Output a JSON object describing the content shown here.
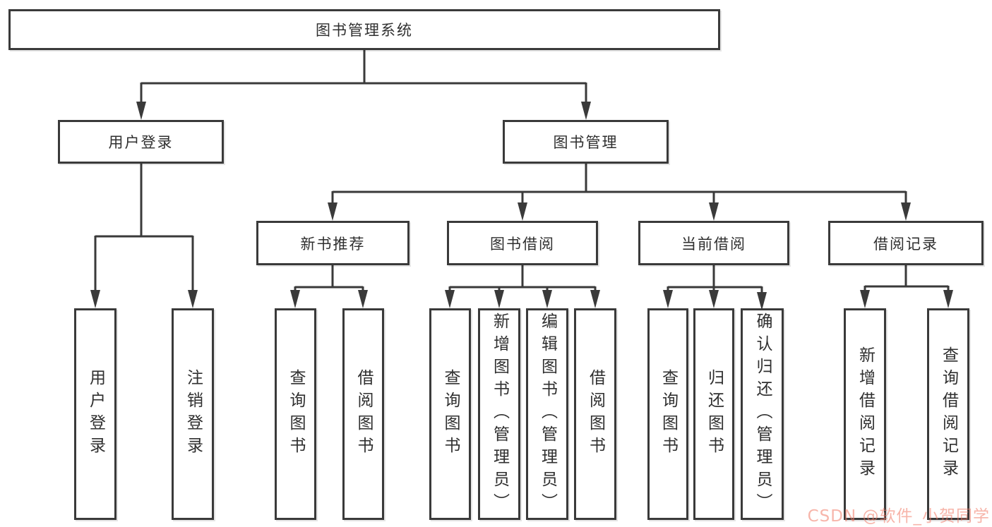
{
  "tree": {
    "root": "图书管理系统",
    "children": [
      {
        "label": "用户登录",
        "children": [
          "用户登录",
          "注销登录"
        ]
      },
      {
        "label": "图书管理",
        "children": [
          {
            "label": "新书推荐",
            "children": [
              "查询图书",
              "借阅图书"
            ]
          },
          {
            "label": "图书借阅",
            "children": [
              "查询图书",
              "新增图书（管理员）",
              "编辑图书（管理员）",
              "借阅图书"
            ]
          },
          {
            "label": "当前借阅",
            "children": [
              "查询图书",
              "归还图书",
              "确认归还（管理员）"
            ]
          },
          {
            "label": "借阅记录",
            "children": [
              "新增借阅记录",
              "查询借阅记录"
            ]
          }
        ]
      }
    ]
  },
  "watermark": "CSDN @软件_小贺同学",
  "colors": {
    "line": "#3a3a3a",
    "box_border": "#3a3a3a",
    "text": "#2f2f2f",
    "watermark": "#fc5531"
  }
}
